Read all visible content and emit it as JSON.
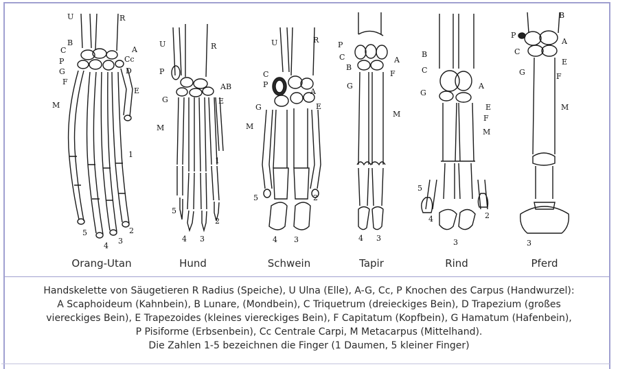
{
  "animals": [
    {
      "name": "Orang-Utan",
      "labels": [
        "U",
        "R",
        "B",
        "C",
        "A",
        "Cc",
        "P",
        "G",
        "D",
        "F",
        "E",
        "M",
        "1",
        "5",
        "4",
        "3",
        "2"
      ]
    },
    {
      "name": "Hund",
      "labels": [
        "U",
        "R",
        "P",
        "AB",
        "G",
        "E",
        "M",
        "1",
        "5",
        "4",
        "3",
        "2"
      ]
    },
    {
      "name": "Schwein",
      "labels": [
        "U",
        "R",
        "C",
        "P",
        "G",
        "A",
        "E",
        "M",
        "5",
        "2",
        "4",
        "3"
      ]
    },
    {
      "name": "Tapir",
      "labels": [
        "P",
        "C",
        "B",
        "A",
        "F",
        "G",
        "M",
        "4",
        "3"
      ]
    },
    {
      "name": "Rind",
      "labels": [
        "B",
        "C",
        "G",
        "A",
        "E",
        "F",
        "M",
        "5",
        "4",
        "2",
        "3"
      ]
    },
    {
      "name": "Pferd",
      "labels": [
        "B",
        "P",
        "A",
        "C",
        "G",
        "E",
        "F",
        "M",
        "3"
      ]
    }
  ],
  "caption": {
    "line1": "Handskelette von Säugetieren R Radius (Speiche), U Ulna (Elle), A-G, Cc, P Knochen des Carpus (Handwurzel):",
    "line2": "A Scaphoideum (Kahnbein), B Lunare, (Mondbein), C Triquetrum (dreieckiges Bein), D Trapezium (großes",
    "line3": "viereckiges Bein), E Trapezoides (kleines viereckiges Bein), F Capitatum (Kopfbein), G Hamatum (Hafenbein),",
    "line4": "P Pisiforme (Erbsenbein), Cc Centrale Carpi, M Metacarpus (Mittelhand).",
    "line5": "Die Zahlen 1-5 bezeichnen die Finger (1 Daumen, 5 kleiner Finger)"
  }
}
